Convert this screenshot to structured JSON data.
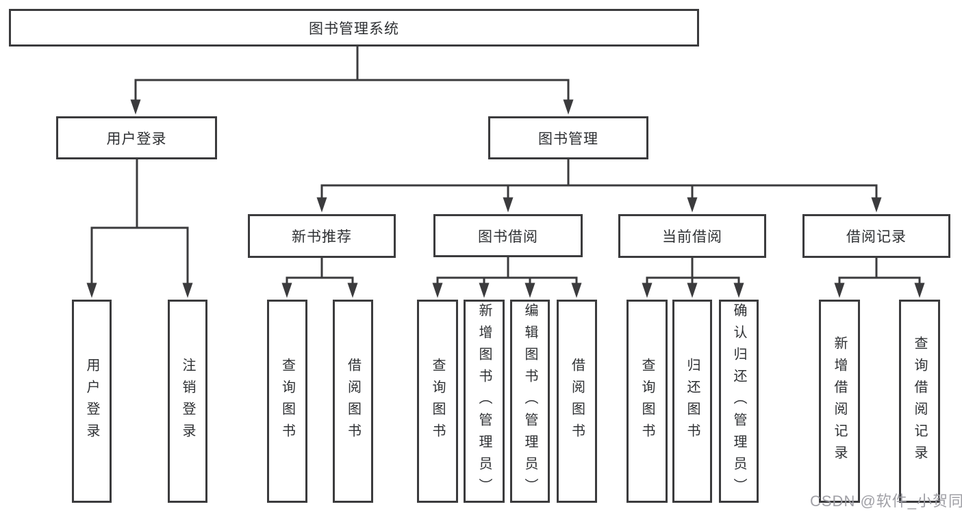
{
  "diagram": {
    "root": "图书管理系统",
    "user_branch": {
      "label": "用户登录",
      "leaves": [
        "用户登录",
        "注销登录"
      ]
    },
    "mgmt_branch": {
      "label": "图书管理",
      "groups": [
        {
          "label": "新书推荐",
          "leaves": [
            "查询图书",
            "借阅图书"
          ]
        },
        {
          "label": "图书借阅",
          "leaves": [
            "查询图书",
            "新增图书（管理员）",
            "编辑图书（管理员）",
            "借阅图书"
          ]
        },
        {
          "label": "当前借阅",
          "leaves": [
            "查询图书",
            "归还图书",
            "确认归还（管理员）"
          ]
        },
        {
          "label": "借阅记录",
          "leaves": [
            "新增借阅记录",
            "查询借阅记录"
          ]
        }
      ]
    }
  },
  "watermark": "CSDN @软件_小贺同学",
  "colors": {
    "line": "#3b3b3d",
    "text": "#2e3033",
    "watermark": "#9b9ba2",
    "background": "#ffffff"
  }
}
